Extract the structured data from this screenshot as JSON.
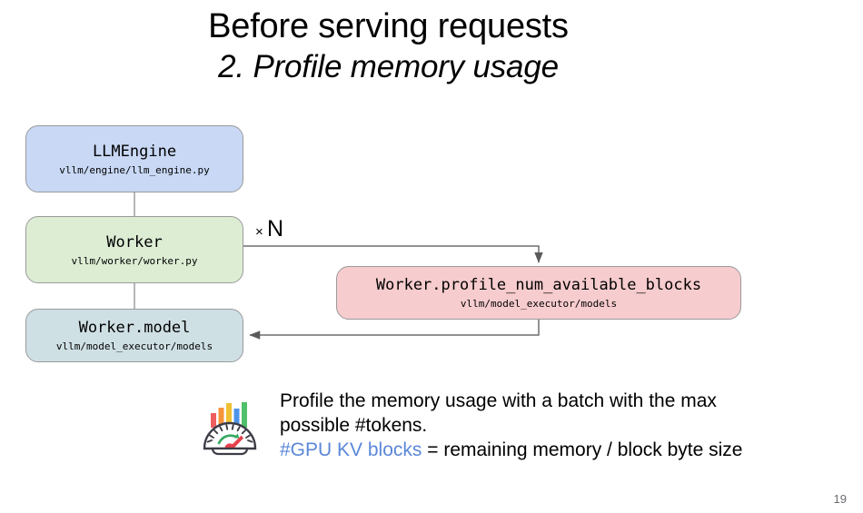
{
  "slide": {
    "title_line1": "Before serving requests",
    "title_line2": "2. Profile memory usage",
    "page_number": "19"
  },
  "diagram": {
    "multiplier_symbol": "×",
    "multiplier_count": "N",
    "nodes": [
      {
        "id": "llmengine",
        "title": "LLMEngine",
        "subtitle": "vllm/engine/llm_engine.py",
        "color": "#c8d8f5"
      },
      {
        "id": "worker",
        "title": "Worker",
        "subtitle": "vllm/worker/worker.py",
        "color": "#dcedd4"
      },
      {
        "id": "worker_model",
        "title": "Worker.model",
        "subtitle": "vllm/model_executor/models",
        "color": "#cfe0e5"
      },
      {
        "id": "profile_num_available_blocks",
        "title": "Worker.profile_num_available_blocks",
        "subtitle": "vllm/model_executor/models",
        "color": "#f7ccce"
      }
    ]
  },
  "caption": {
    "icon": "gauge-chart-icon",
    "line1": "Profile the memory usage with a batch with the max",
    "line2": "possible #tokens.",
    "line3_accent": "#GPU KV blocks",
    "line3_rest": " = remaining memory / block byte size",
    "accent_color": "#5b87d8"
  }
}
